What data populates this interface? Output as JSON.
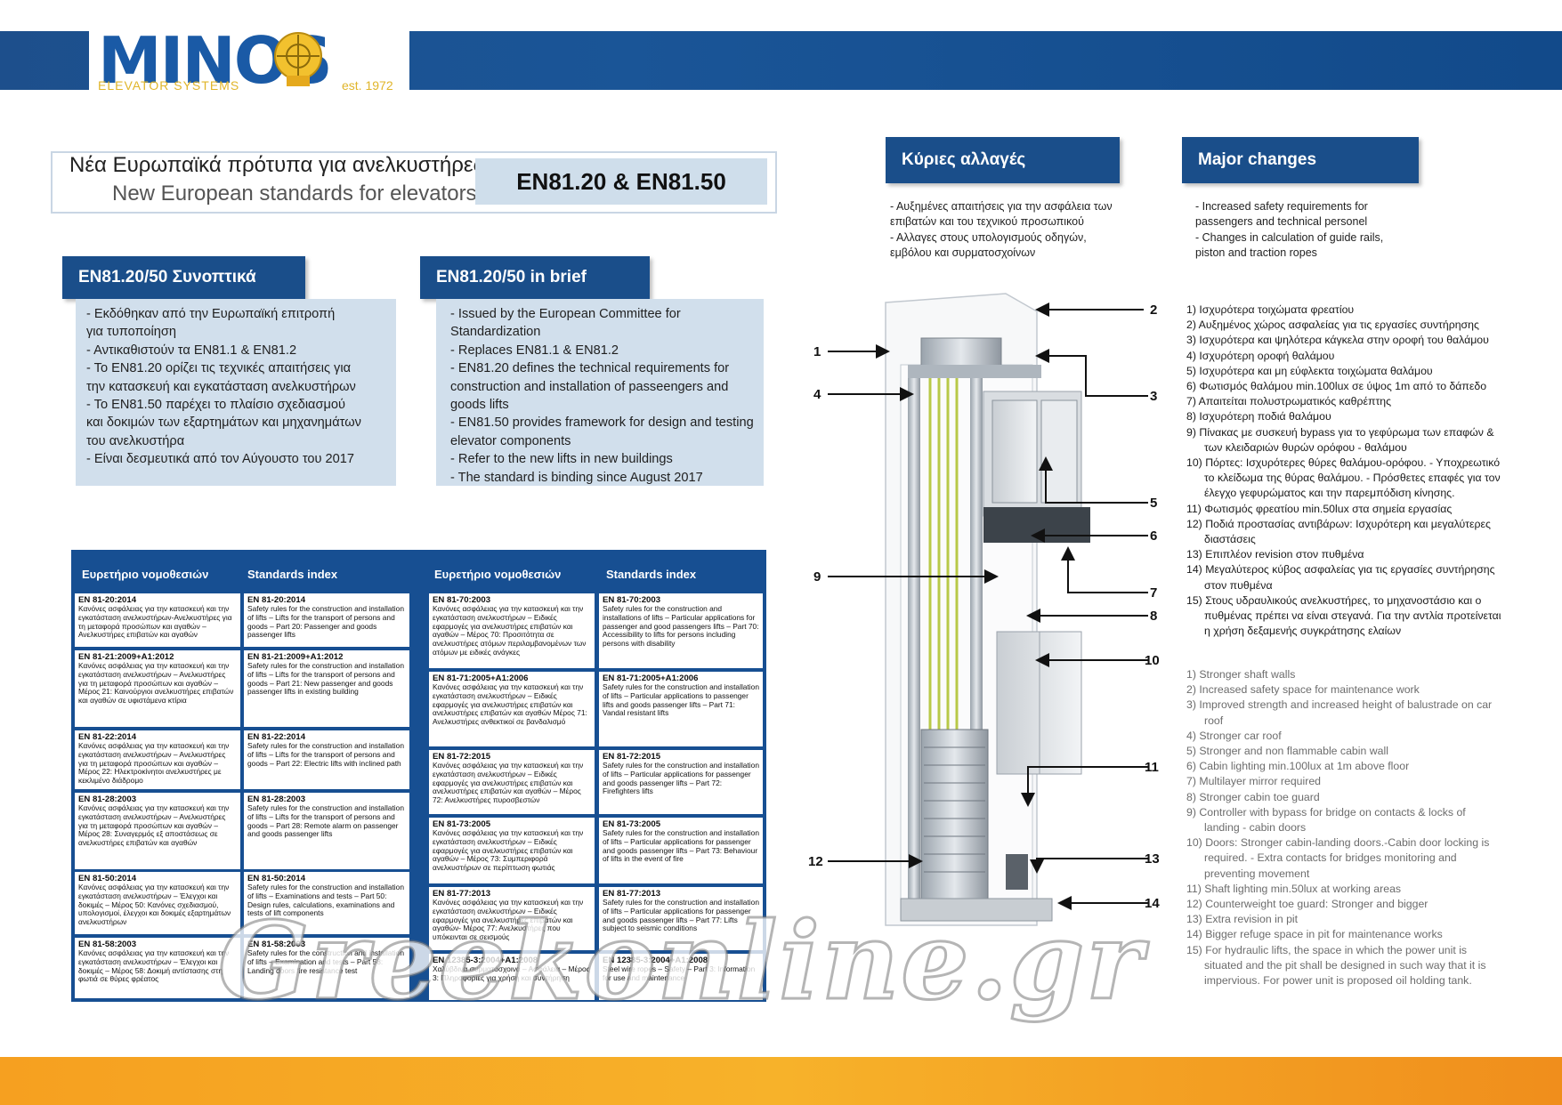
{
  "brand": {
    "logo_word": "MINOS",
    "logo_sub": "ELEVATOR SYSTEMS",
    "logo_est": "est. 1972",
    "colors": {
      "blue": "#1a4e8a",
      "gold": "#e0b52a",
      "orange": "#f6a020",
      "panel": "#d1dfec"
    }
  },
  "title": {
    "greek": "Νέα Ευρωπαϊκά πρότυπα για ανελκυστήρες",
    "english": "New European standards for elevators",
    "code": "EN81.20 & EN81.50"
  },
  "brief_gr": {
    "header": "EN81.20/50 Συνοπτικά",
    "items": [
      "- Εκδόθηκαν από την Ευρωπαϊκή επιτροπή",
      "για τυποποίηση",
      "- Αντικαθιστούν τα EN81.1 & EN81.2",
      "- Το EN81.20 ορίζει τις τεχνικές απαιτήσεις για",
      "την κατασκευή και εγκατάσταση ανελκυστήρων",
      "- Το EN81.50 παρέχει το πλαίσιο σχεδιασμού",
      "και δοκιμών των εξαρτημάτων και μηχανημάτων",
      "του ανελκυστήρα",
      "- Είναι δεσμευτικά από τον Αύγουστο του 2017"
    ]
  },
  "brief_en": {
    "header": "EN81.20/50 in brief",
    "items": [
      "- Issued by the European Committee for Standardization",
      "- Replaces EN81.1 & EN81.2",
      "- EN81.20 defines the technical requirements for",
      "construction and installation of passeengers and",
      "goods lifts",
      "- EN81.50 provides framework for design and testing",
      "elevator components",
      "- Refer to the new lifts in new buildings",
      "- The standard is binding since August 2017"
    ]
  },
  "major_gr": {
    "header": "Κύριες αλλαγές",
    "items": [
      "- Αυξημένες απαιτήσεις για την ασφάλεια των",
      "επιβατών και του τεχνικού προσωπικού",
      "- Αλλαγες στους υπολογισμούς οδηγών,",
      "εμβόλου και συρματοσχοίνων"
    ]
  },
  "major_en": {
    "header": "Major changes",
    "items": [
      "- Increased safety requirements for",
      "passengers and technical personel",
      "- Changes in calculation of guide rails,",
      "piston and traction ropes"
    ]
  },
  "changes_gr": [
    "1) Ισχυρότερα τοιχώματα φρεατίου",
    "2) Αυξημένος χώρος ασφαλείας για τις εργασίες συντήρησης",
    "3) Ισχυρότερα και ψηλότερα κάγκελα στην οροφή του θαλάμου",
    "4) Ισχυρότερη οροφή θαλάμου",
    "5) Ισχυρότερα και μη εύφλεκτα τοιχώματα θαλάμου",
    "6) Φωτισμός θαλάμου min.100lux σε ύψος 1m από το δάπεδο",
    "7) Απαιτείται πολυστρωματικός καθρέπτης",
    "8) Ισχυρότερη ποδιά θαλάμου",
    "9) Πίνακας με συσκευή bypass για το γεφύρωμα των επαφών & των κλειδαριών θυρών ορόφου - θαλάμου",
    "10) Πόρτες: Ισχυρότερες θύρες θαλάμου-ορόφου. - Υποχρεωτικό το κλείδωμα της θύρας θαλάμου. - Πρόσθετες επαφές για τον έλεγχο γεφυρώματος και την παρεμπόδιση κίνησης.",
    "11) Φωτισμός φρεατίου min.50lux στα σημεία εργασίας",
    "12) Ποδιά προστασίας αντιβάρων: Ισχυρότερη και μεγαλύτερες διαστάσεις",
    "13) Επιπλέον revision στον πυθμένα",
    "14) Μεγαλύτερος κύβος ασφαλείας για τις εργασίες συντήρησης στον πυθμένα",
    "15) Στους υδραυλικούς ανελκυστήρες, το μηχανοστάσιο και ο πυθμένας πρέπει να είναι στεγανά. Για την αντλία προτείνεται η χρήση δεξαμενής συγκράτησης ελαίων"
  ],
  "changes_en": [
    "1) Stronger shaft walls",
    "2) Increased safety space for maintenance work",
    "3) Improved strength and increased height of balustrade on car roof",
    "4) Stronger car roof",
    "5) Stronger and non flammable cabin wall",
    "6) Cabin lighting min.100lux at 1m above floor",
    "7) Multilayer mirror required",
    "8) Stronger cabin toe guard",
    "9) Controller with bypass for bridge on contacts & locks of landing - cabin doors",
    "10) Doors: Stronger cabin-landing doors.-Cabin door locking is required. - Extra contacts for bridges monitoring and preventing movement",
    "11) Shaft lighting min.50lux at working areas",
    "12) Counterweight toe guard: Stronger and bigger",
    "13) Extra revision in pit",
    "14) Bigger refuge space in pit for maintenance works",
    "15) For hydraulic lifts, the space in which the power unit is situated and the pit shall be designed in such way that it is impervious. For power unit is proposed oil holding tank."
  ],
  "table": {
    "headers": [
      "Ευρετήριο νομοθεσιών",
      "Standards index",
      "Ευρετήριο νομοθεσιών",
      "Standards index"
    ],
    "left_rows": [
      {
        "code": "EN 81-20:2014",
        "gr": "Κανόνες ασφάλειας για την κατασκευή και την εγκατάσταση ανελκυστήρων-Ανελκυστήρες για τη μεταφορά προσώπων και αγαθών – Ανελκυστήρες επιβατών και αγαθών",
        "en": "Safety rules for the construction and installation of lifts – Lifts for the transport of persons and goods – Part 20: Passenger and goods passenger lifts"
      },
      {
        "code": "EN 81-21:2009+A1:2012",
        "gr": "Κανόνες ασφάλειας για την κατασκευή και την εγκατάσταση ανελκυστήρων – Ανελκυστήρες για τη μεταφορά προσώπων και αγαθών – Μέρος 21: Καινούργιοι ανελκυστήρες επιβατών και αγαθών σε υφιστάμενα κτίρια",
        "en": "Safety rules for the construction and installation of lifts – Lifts for the transport of persons and goods – Part 21: New passenger and goods passenger lifts in existing building"
      },
      {
        "code": "EN 81-22:2014",
        "gr": "Κανόνες ασφάλειας για την κατασκευή και την εγκατάσταση ανελκυστήρων – Ανελκυστήρες για τη μεταφορά προσώπων και αγαθών – Μέρος 22: Ηλεκτροκίνητοι ανελκυστήρες με κεκλιμένο διάδρομο",
        "en": "Safety rules for the construction and installation of lifts – Lifts for the transport of persons and goods – Part 22: Electric lifts with inclined path"
      },
      {
        "code": "EN 81-28:2003",
        "gr": "Κανόνες ασφάλειας για την κατασκευή και την εγκατάσταση ανελκυστήρων – Ανελκυστήρες για τη μεταφορά προσώπων και αγαθών – Μέρος 28: Συναγερμός εξ αποστάσεως σε ανελκυστήρες επιβατών και αγαθών",
        "en": "Safety rules for the construction and installation of lifts – Lifts for the transport of persons and goods – Part 28: Remote alarm on passenger and goods passenger lifts"
      },
      {
        "code": "EN 81-50:2014",
        "gr": "Κανόνες ασφάλειας για την κατασκευή και την εγκατάσταση ανελκυστήρων – Έλεγχοι και δοκιμές – Μέρος 50: Κανόνες σχεδιασμού, υπολογισμοί, έλεγχοι και δοκιμές εξαρτημάτων ανελκυστήρων",
        "en": "Safety rules for the construction and installation of lifts – Examinations and tests – Part 50: Design rules, calculations, examinations and tests of lift components"
      },
      {
        "code": "EN 81-58:2003",
        "gr": "Κανόνες ασφάλειας για την κατασκευή και την εγκατάσταση ανελκυστήρων – Έλεγχοι και δοκιμές – Μέρος 58: Δοκιμή αντίστασης στη φωτιά σε θύρες φρέατος",
        "en": "Safety rules for the construction and installation of lifts – Examination and tests – Part 58: Landing doors fire resistance test"
      }
    ],
    "right_rows": [
      {
        "code": "EN 81-70:2003",
        "gr": "Κανόνες ασφάλειας για την κατασκευή και την εγκατάσταση ανελκυστήρων – Ειδικές εφαρμογές για ανελκυστήρες επιβατών και αγαθών – Μέρος 70: Προσιτότητα σε ανελκυστήρες ατόμων περιλαμβανομένων των ατόμων με ειδικές ανάγκες",
        "en": "Safety rules for the construction and installations of lifts – Particular applications for passenger and good passengers lifts – Part 70: Accessibility to lifts for persons including persons with disability"
      },
      {
        "code": "EN 81-71:2005+A1:2006",
        "gr": "Κανόνες ασφάλειας για την κατασκευή και την εγκατάσταση ανελκυστήρων – Ειδικές εφαρμογές για ανελκυστήρες επιβατών και ανελκυστήρες επιβατών και αγαθών Μέρος 71: Ανελκυστήρες ανθεκτικοί σε βανδαλισμό",
        "en": "Safety rules for the construction and installation of lifts – Particular applications to passenger lifts and goods passenger lifts – Part 71: Vandal resistant lifts"
      },
      {
        "code": "EN 81-72:2015",
        "gr": "Κανόνες ασφάλειας για την κατασκευή και την εγκατάσταση ανελκυστήρων – Ειδικές εφαρμογές για ανελκυστήρες επιβατών και ανελκυστήρες επιβατών και αγαθών – Μέρος 72: Ανελκυστήρες πυροσβεστών",
        "en": "Safety rules for the construction and installation of lifts – Particular applications for passenger and goods passenger lifts – Part 72: Firefighters lifts"
      },
      {
        "code": "EN 81-73:2005",
        "gr": "Κανόνες ασφάλειας για την κατασκευή και την εγκατάσταση ανελκυστήρων – Ειδικές εφαρμογές για ανελκυστήρες επιβατών και αγαθών – Μέρος 73: Συμπεριφορά ανελκυστήρων σε περίπτωση φωτιάς",
        "en": "Safety rules for the construction and installation of lifts – Particular applications for passenger and goods passenger lifts – Part 73: Behaviour of lifts in the event of fire"
      },
      {
        "code": "EN 81-77:2013",
        "gr": "Κανόνες ασφάλειας για την κατασκευή και την εγκατάσταση ανελκυστήρων – Ειδικές εφαρμογές για ανελκυστήρες επιβατών και αγαθών- Μέρος 77: Ανελκυστήρες που υπόκεινται σε σεισμούς",
        "en": "Safety rules for the construction and installation of lifts – Particular applications for passenger and goods passenger lifts – Part 77: Lifts subject to seismic conditions"
      },
      {
        "code": "EN 12385-3:2004+A1:2008",
        "gr": "Χαλύβδινα συρματόσχοινα – Ασφάλεια – Μέρος 3: Πληροφορίες για χρήση και συντήρηση",
        "en": "Steel wire ropes – Safety – Part 3: Information for use and maintenance"
      }
    ]
  },
  "diagram_labels": [
    "1",
    "2",
    "3",
    "4",
    "5",
    "6",
    "7",
    "8",
    "9",
    "10",
    "11",
    "12",
    "13",
    "14"
  ],
  "watermark": "Greekonline.gr"
}
